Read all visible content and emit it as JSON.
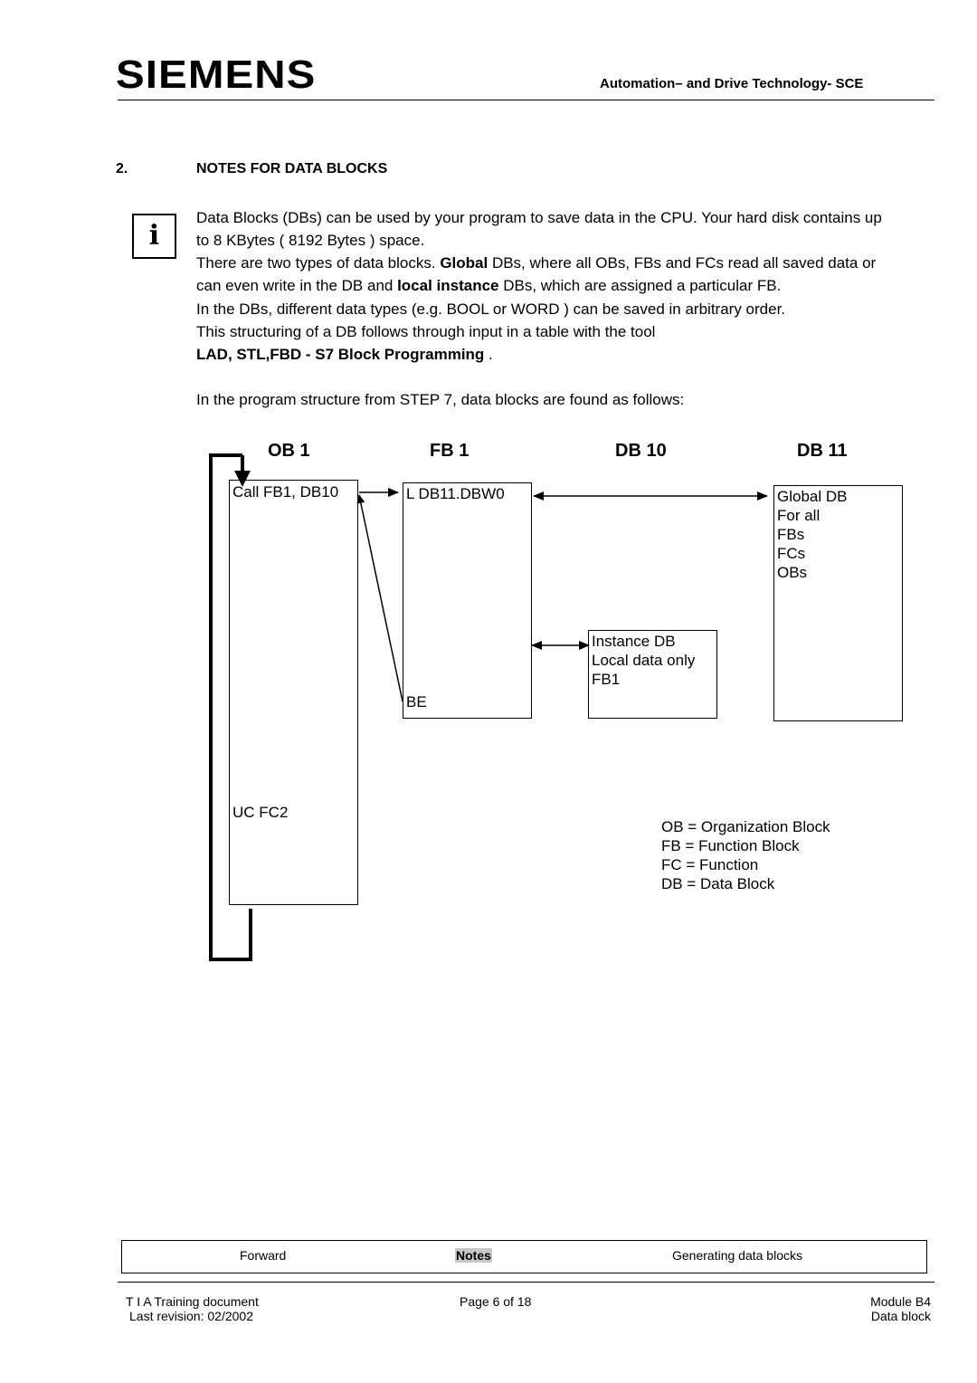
{
  "header": {
    "logo": "SIEMENS",
    "subtitle": "Automation– and Drive Technology- SCE"
  },
  "section": {
    "number": "2.",
    "title": "NOTES FOR DATA BLOCKS",
    "info_icon": "i",
    "para1_line1": "Data Blocks (DBs) can be used by your program to save data in the CPU.  Your hard disk contains up",
    "para1_line2": "to 8 KBytes ( 8192 Bytes ) space.",
    "para2_line1_a": "There are two types of data blocks.  ",
    "para2_line1_b": "Global",
    "para2_line1_c": " DBs, where all OBs, FBs and FCs read all saved data or",
    "para2_line2_a": "can even write in the DB and ",
    "para2_line2_b": "local instance",
    "para2_line2_c": " DBs, which are assigned a particular FB.",
    "para3": "In the DBs, different data types (e.g. BOOL or WORD ) can be saved in arbitrary order.",
    "para4": "This structuring of a DB follows through input in a table with the tool",
    "para5_bold": "LAD, STL,FBD - S7 Block Programming",
    "para5_tail": " .",
    "para6": "In the program structure from STEP 7, data blocks are found as follows:"
  },
  "diagram": {
    "ob1_label": "OB 1",
    "fb1_label": "FB 1",
    "db10_label": "DB 10",
    "db11_label": "DB 11",
    "ob1_call": "Call FB1, DB10",
    "ob1_uc": "UC FC2",
    "fb1_line1": "L DB11.DBW0",
    "fb1_be": "BE",
    "db10_lines": [
      "Instance DB",
      "Local data only",
      "FB1"
    ],
    "db11_lines": [
      "Global DB",
      "For all",
      "FBs",
      "FCs",
      "OBs"
    ],
    "legend": [
      "OB = Organization Block",
      "FB = Function Block",
      "FC = Function",
      "DB = Data Block"
    ]
  },
  "nav": {
    "forward": "Forward",
    "notes": "Notes",
    "next": "Generating data blocks"
  },
  "footer": {
    "left_line1": "T I A  Training document",
    "left_line2": "Last revision: 02/2002",
    "center": "Page 6 of 18",
    "right_line1": "Module B4",
    "right_line2": "Data block"
  }
}
